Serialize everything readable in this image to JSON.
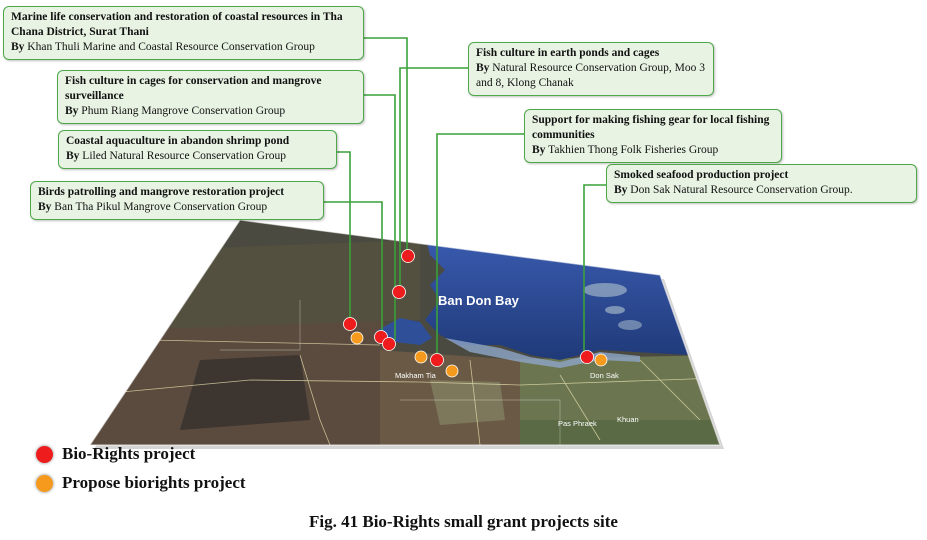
{
  "callouts": [
    {
      "title": "Marine life conservation and restoration of coastal resources in Tha Chana District, Surat Thani",
      "by_label": "By",
      "org": "Khan Thuli Marine and Coastal Resource Conservation Group"
    },
    {
      "title": "Fish culture in earth ponds and cages",
      "by_label": "By",
      "org": "Natural Resource Conservation Group, Moo 3 and 8, Klong Chanak"
    },
    {
      "title": "Fish culture in cages for conservation and mangrove surveillance",
      "by_label": "By",
      "org": "Phum Riang Mangrove Conservation Group"
    },
    {
      "title": "Support for making fishing gear for local fishing communities",
      "by_label": "By",
      "org": "Takhien Thong Folk Fisheries Group"
    },
    {
      "title": "Coastal aquaculture in abandon shrimp pond",
      "by_label": "By",
      "org": "Liled Natural Resource Conservation Group"
    },
    {
      "title": "Smoked seafood production project",
      "by_label": "By",
      "org": "Don Sak Natural Resource Conservation Group."
    },
    {
      "title": "Birds patrolling and mangrove restoration project",
      "by_label": "By",
      "org": "Ban Tha Pikul Mangrove Conservation Group"
    }
  ],
  "map": {
    "bay_label": "Ban Don Bay",
    "place_labels": [
      "Makham Tia",
      "Don Sak",
      "Pas Phraek",
      "Khuan"
    ]
  },
  "legend": {
    "items": [
      {
        "label": "Bio-Rights project",
        "color": "#ee1c1c"
      },
      {
        "label": "Propose biorights project",
        "color": "#f59a1c"
      }
    ]
  },
  "caption": "Fig. 41 Bio-Rights small grant projects site",
  "colors": {
    "callout_border": "#4ea84a",
    "callout_fill": "#e8f3e3",
    "leader": "#3aa13a",
    "sea": "#2c4a8f"
  }
}
